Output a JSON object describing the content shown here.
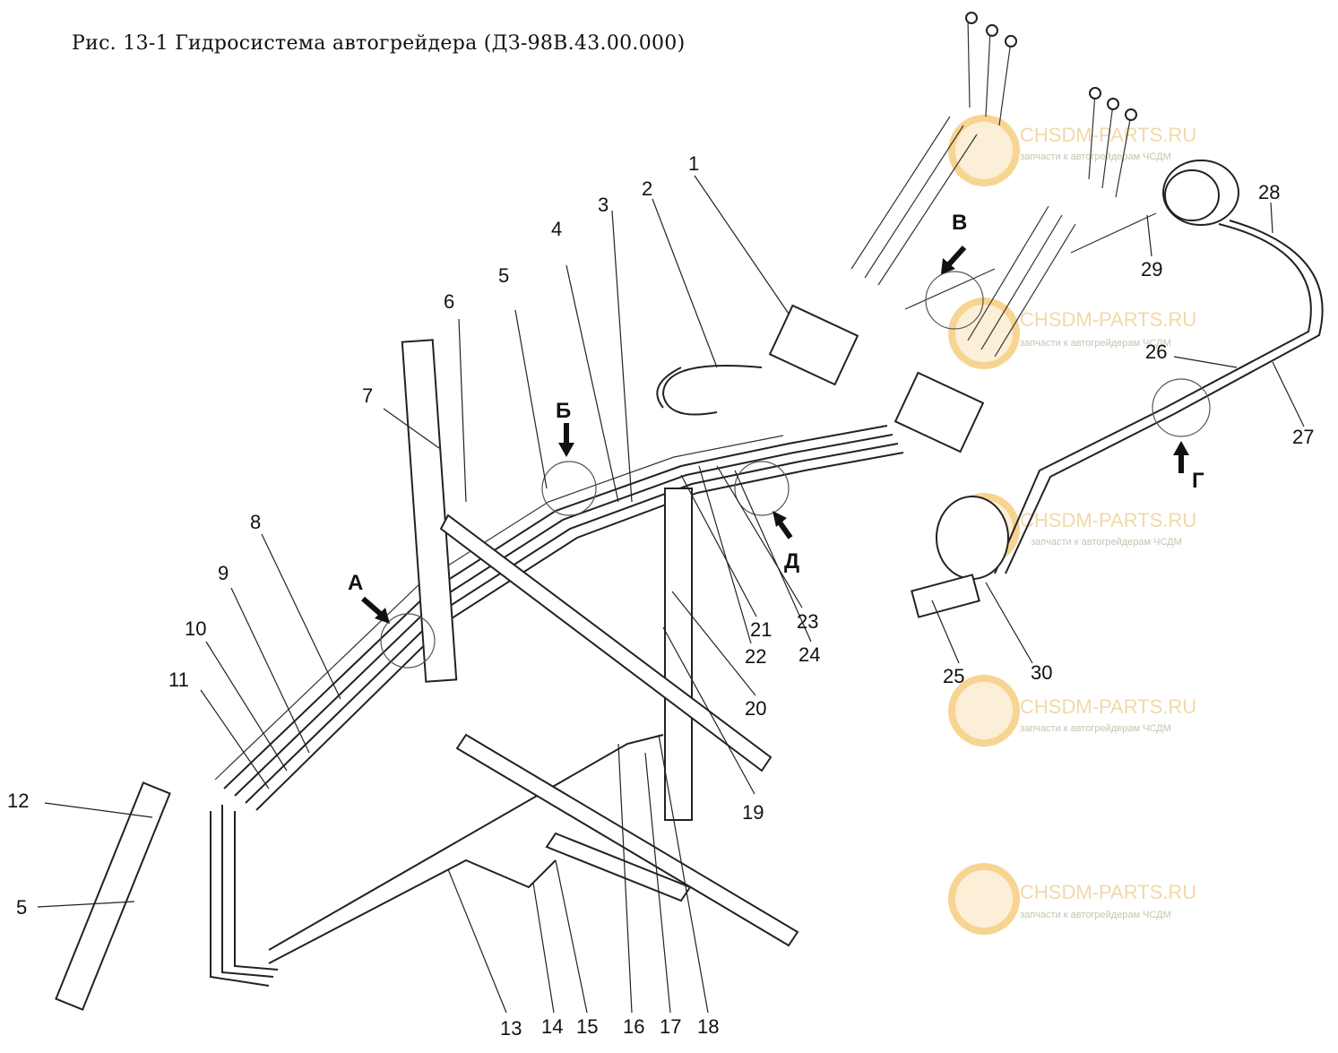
{
  "title": "Рис. 13-1 Гидросистема автогрейдера (ДЗ-98В.43.00.000)",
  "watermark": {
    "name": "CHSDM-PARTS.RU",
    "tagline": "запчасти к автогрейдерам ЧСДМ",
    "logo_color": "#f3b84a"
  },
  "view_markers": [
    "А",
    "Б",
    "В",
    "Г",
    "Д"
  ],
  "callouts": [
    "1",
    "2",
    "3",
    "4",
    "5",
    "6",
    "7",
    "8",
    "9",
    "10",
    "11",
    "12",
    "5",
    "13",
    "14",
    "15",
    "16",
    "17",
    "18",
    "19",
    "20",
    "21",
    "22",
    "23",
    "24",
    "25",
    "26",
    "27",
    "28",
    "29",
    "30"
  ]
}
